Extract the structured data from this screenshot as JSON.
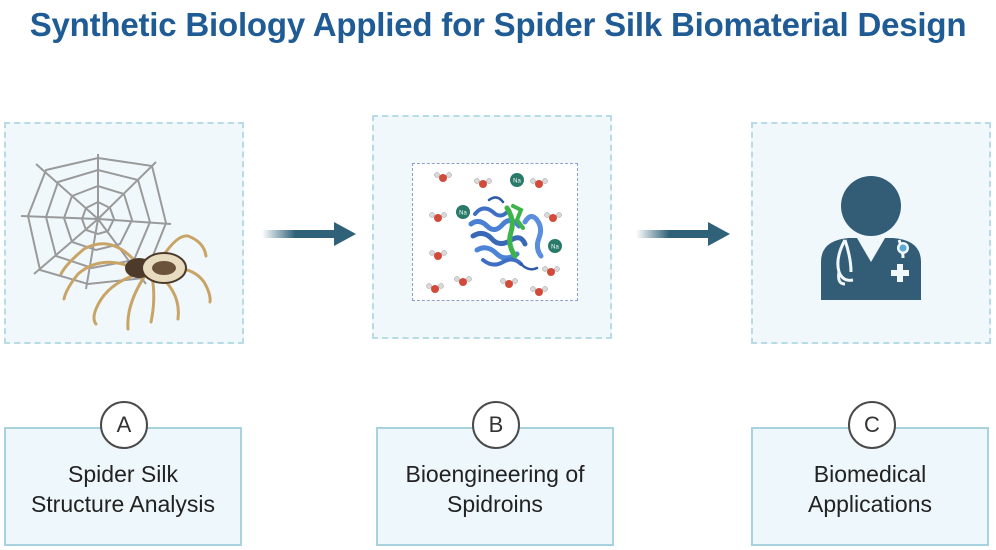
{
  "title": "Synthetic Biology Applied for Spider Silk Biomaterial Design",
  "colors": {
    "title": "#1f5b94",
    "arrow": "#2f6278",
    "panel_fill": "#f1f8fb",
    "panel_border": "#b9dbe6",
    "doctor": "#335d77"
  },
  "steps": [
    {
      "letter": "A",
      "label_lines": [
        "Spider Silk",
        "Structure Analysis"
      ],
      "illustration": "spider-on-web-icon"
    },
    {
      "letter": "B",
      "label_lines": [
        "Bioengineering of",
        "Spidroins"
      ],
      "illustration": "protein-structure-icon",
      "ion_label": "Na"
    },
    {
      "letter": "C",
      "label_lines": [
        "Biomedical",
        "Applications"
      ],
      "illustration": "doctor-icon"
    }
  ]
}
